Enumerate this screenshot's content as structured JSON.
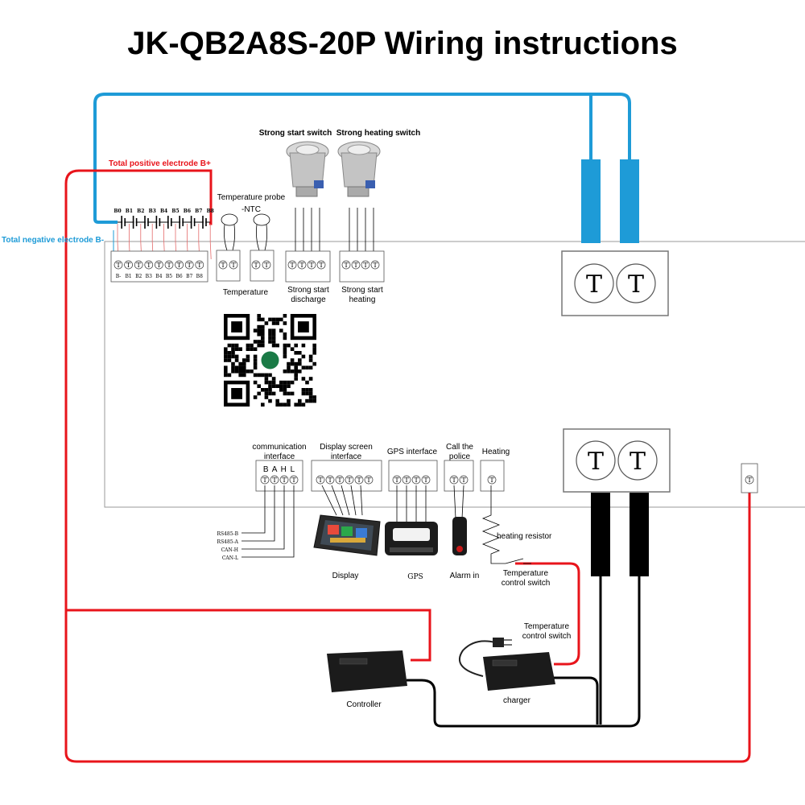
{
  "title": "JK-QB2A8S-20P Wiring instructions",
  "labels": {
    "total_positive": "Total positive electrode B+",
    "total_negative": "Total negative electrode B-",
    "strong_start_switch": "Strong start switch",
    "strong_heating_switch": "Strong heating switch",
    "temp_probe_1": "Temperature probe",
    "temp_probe_2": "-NTC",
    "temperature": "Temperature",
    "strong_start_discharge_1": "Strong start",
    "strong_start_discharge_2": "discharge",
    "strong_start_heating_1": "Strong start",
    "strong_start_heating_2": "heating",
    "comm_interface_1": "communication",
    "comm_interface_2": "interface",
    "comm_pins": "B A H L",
    "display_interface_1": "Display screen",
    "display_interface_2": "interface",
    "gps_interface": "GPS interface",
    "call_police_1": "Call the",
    "call_police_2": "police",
    "heating": "Heating",
    "heating_resistor": "heating resistor",
    "temp_control_switch_1": "Temperature",
    "temp_control_switch_2": "control switch",
    "display": "Display",
    "gps": "GPS",
    "alarm_in": "Alarm in",
    "controller": "Controller",
    "charger": "charger",
    "terminal_symbol": "T"
  },
  "cell_labels": [
    "B0",
    "B1",
    "B2",
    "B3",
    "B4",
    "B5",
    "B6",
    "B7",
    "B8"
  ],
  "terminal_labels": [
    "B-",
    "B1",
    "B2",
    "B3",
    "B4",
    "B5",
    "B6",
    "B7",
    "B8"
  ],
  "comm_lines": [
    "RS485-B",
    "RS485-A",
    "CAN-H",
    "CAN-L"
  ],
  "colors": {
    "positive_wire": "#e8141b",
    "negative_wire": "#1e9bd7",
    "ground_wire": "#000000",
    "board_outline": "#999999"
  }
}
